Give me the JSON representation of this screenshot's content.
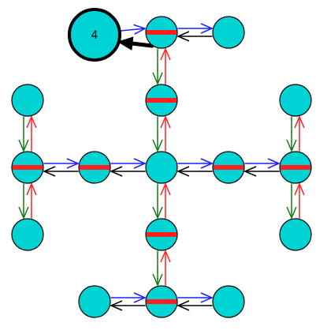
{
  "colors": {
    "background": "#ffffff",
    "node_fill": "#00d3d3",
    "node_stroke": "#000000",
    "bar": "#ff1f1f",
    "arrow_blue": "#1f1fff",
    "arrow_black": "#000000",
    "arrow_green": "#117a11",
    "arrow_red": "#ff1f1f"
  },
  "nodes": [
    {
      "id": "start",
      "label": "4",
      "barred": false,
      "start": true
    },
    {
      "id": "top-mid",
      "label": "",
      "barred": true
    },
    {
      "id": "top-right",
      "label": "",
      "barred": false
    },
    {
      "id": "upper-center",
      "label": "",
      "barred": true
    },
    {
      "id": "left-top",
      "label": "",
      "barred": false
    },
    {
      "id": "left-mid",
      "label": "",
      "barred": true
    },
    {
      "id": "left-bottom",
      "label": "",
      "barred": false
    },
    {
      "id": "row-2",
      "label": "",
      "barred": true
    },
    {
      "id": "center",
      "label": "",
      "barred": false
    },
    {
      "id": "row-4",
      "label": "",
      "barred": true
    },
    {
      "id": "right-top",
      "label": "",
      "barred": false
    },
    {
      "id": "right-mid",
      "label": "",
      "barred": true
    },
    {
      "id": "right-bottom",
      "label": "",
      "barred": false
    },
    {
      "id": "lower-center",
      "label": "",
      "barred": true
    },
    {
      "id": "bottom-left",
      "label": "",
      "barred": false
    },
    {
      "id": "bottom-mid",
      "label": "",
      "barred": true
    },
    {
      "id": "bottom-right",
      "label": "",
      "barred": false
    }
  ],
  "edges": [
    {
      "from": "start",
      "to": "top-mid",
      "kind": "blue"
    },
    {
      "from": "top-mid",
      "to": "start",
      "kind": "black-bold"
    },
    {
      "from": "top-mid",
      "to": "top-right",
      "kind": "blue"
    },
    {
      "from": "top-right",
      "to": "top-mid",
      "kind": "black"
    },
    {
      "from": "top-mid",
      "to": "upper-center",
      "kind": "green"
    },
    {
      "from": "upper-center",
      "to": "top-mid",
      "kind": "red"
    },
    {
      "from": "upper-center",
      "to": "center",
      "kind": "green"
    },
    {
      "from": "center",
      "to": "upper-center",
      "kind": "red"
    },
    {
      "from": "left-top",
      "to": "left-mid",
      "kind": "green"
    },
    {
      "from": "left-mid",
      "to": "left-top",
      "kind": "red"
    },
    {
      "from": "left-mid",
      "to": "left-bottom",
      "kind": "green"
    },
    {
      "from": "left-bottom",
      "to": "left-mid",
      "kind": "red"
    },
    {
      "from": "left-mid",
      "to": "row-2",
      "kind": "blue"
    },
    {
      "from": "row-2",
      "to": "left-mid",
      "kind": "black"
    },
    {
      "from": "row-2",
      "to": "center",
      "kind": "blue"
    },
    {
      "from": "center",
      "to": "row-2",
      "kind": "black"
    },
    {
      "from": "center",
      "to": "row-4",
      "kind": "blue"
    },
    {
      "from": "row-4",
      "to": "center",
      "kind": "black"
    },
    {
      "from": "row-4",
      "to": "right-mid",
      "kind": "blue"
    },
    {
      "from": "right-mid",
      "to": "row-4",
      "kind": "black"
    },
    {
      "from": "right-top",
      "to": "right-mid",
      "kind": "green"
    },
    {
      "from": "right-mid",
      "to": "right-top",
      "kind": "red"
    },
    {
      "from": "right-mid",
      "to": "right-bottom",
      "kind": "green"
    },
    {
      "from": "right-bottom",
      "to": "right-mid",
      "kind": "red"
    },
    {
      "from": "center",
      "to": "lower-center",
      "kind": "green"
    },
    {
      "from": "lower-center",
      "to": "center",
      "kind": "red"
    },
    {
      "from": "lower-center",
      "to": "bottom-mid",
      "kind": "green"
    },
    {
      "from": "bottom-mid",
      "to": "lower-center",
      "kind": "red"
    },
    {
      "from": "bottom-left",
      "to": "bottom-mid",
      "kind": "blue"
    },
    {
      "from": "bottom-mid",
      "to": "bottom-left",
      "kind": "black"
    },
    {
      "from": "bottom-mid",
      "to": "bottom-right",
      "kind": "blue"
    },
    {
      "from": "bottom-right",
      "to": "bottom-mid",
      "kind": "black"
    }
  ]
}
